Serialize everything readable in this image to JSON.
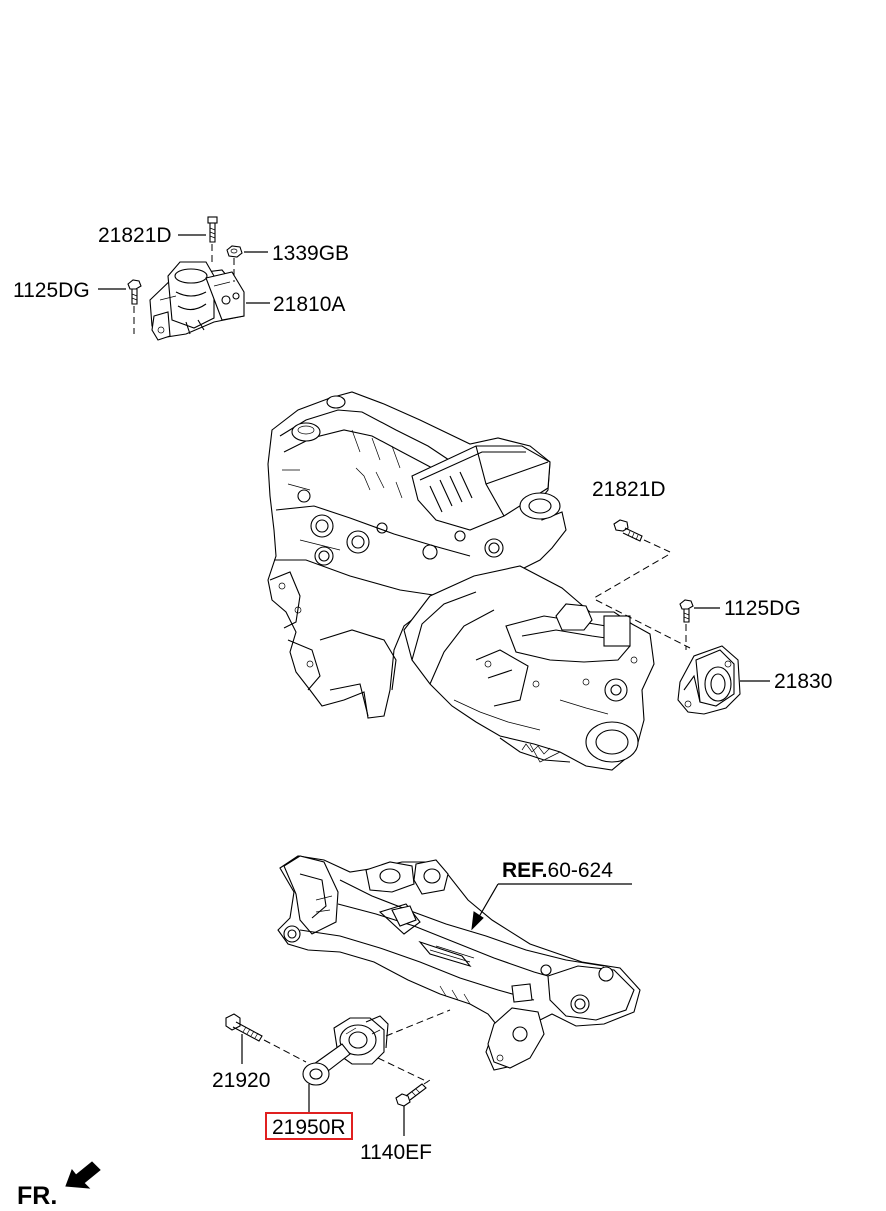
{
  "labels": {
    "l_21821d_top": "21821D",
    "l_1339gb": "1339GB",
    "l_1125dg_left": "1125DG",
    "l_21810a": "21810A",
    "l_21821d_right": "21821D",
    "l_1125dg_right": "1125DG",
    "l_21830": "21830",
    "l_ref_prefix": "REF.",
    "l_ref_number": "60-624",
    "l_21920": "21920",
    "l_21950r": "21950R",
    "l_1140ef": "1140EF",
    "l_front": "FR."
  },
  "highlight": {
    "part": "21950R",
    "color": "#e02020"
  }
}
